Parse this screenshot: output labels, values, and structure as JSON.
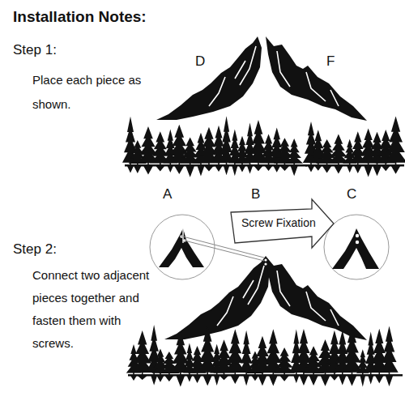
{
  "diagram": {
    "title": "Installation Notes:",
    "labels": [
      "Step 1:",
      "Place each piece as shown.",
      "D",
      "F",
      "A",
      "B",
      "C",
      "Step 2:",
      "Connect two adjacent pieces together and fasten them with screws.",
      "Screw Fixation"
    ]
  }
}
